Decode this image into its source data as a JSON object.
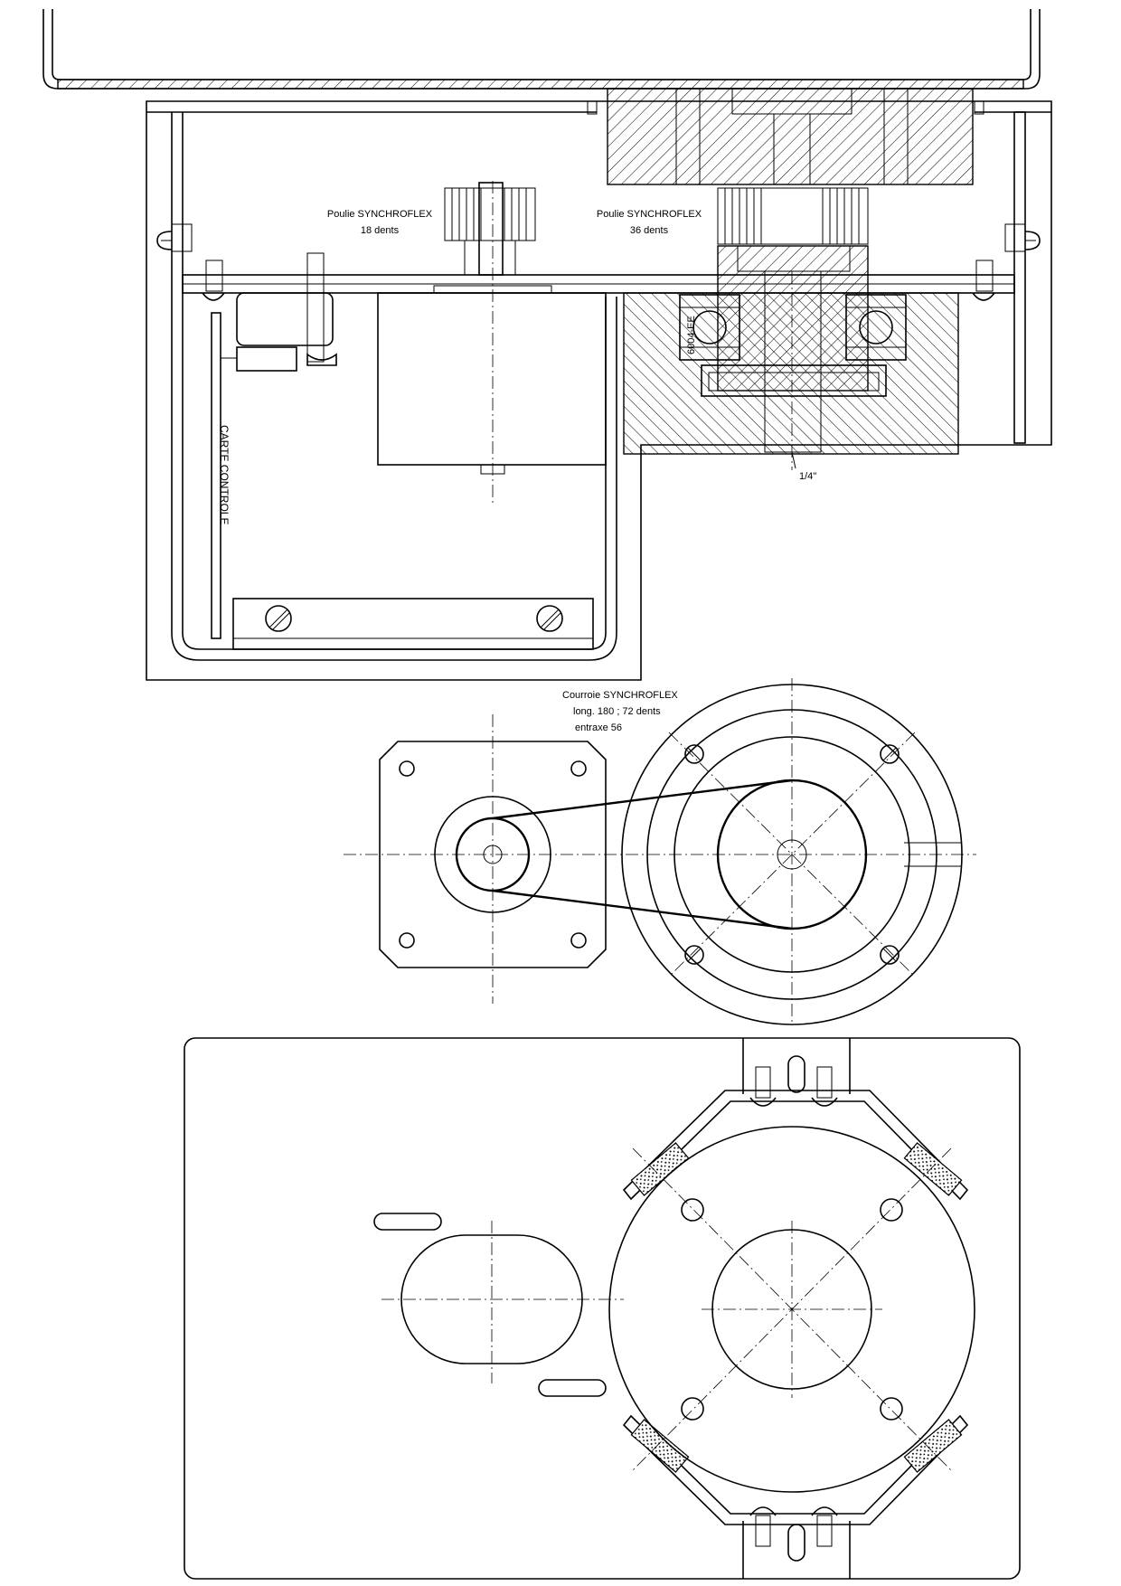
{
  "labels": {
    "pulley_small_title": "Poulie SYNCHROFLEX",
    "pulley_small_teeth": "18 dents",
    "pulley_large_title": "Poulie SYNCHROFLEX",
    "pulley_large_teeth": "36 dents",
    "bearing": "6004-EE",
    "thread": "1/4\"",
    "control_board": "CARTE  CONTROLE",
    "belt_title": "Courroie SYNCHROFLEX",
    "belt_length": "long. 180 ; 72 dents",
    "belt_center_distance": "entraxe 56"
  }
}
